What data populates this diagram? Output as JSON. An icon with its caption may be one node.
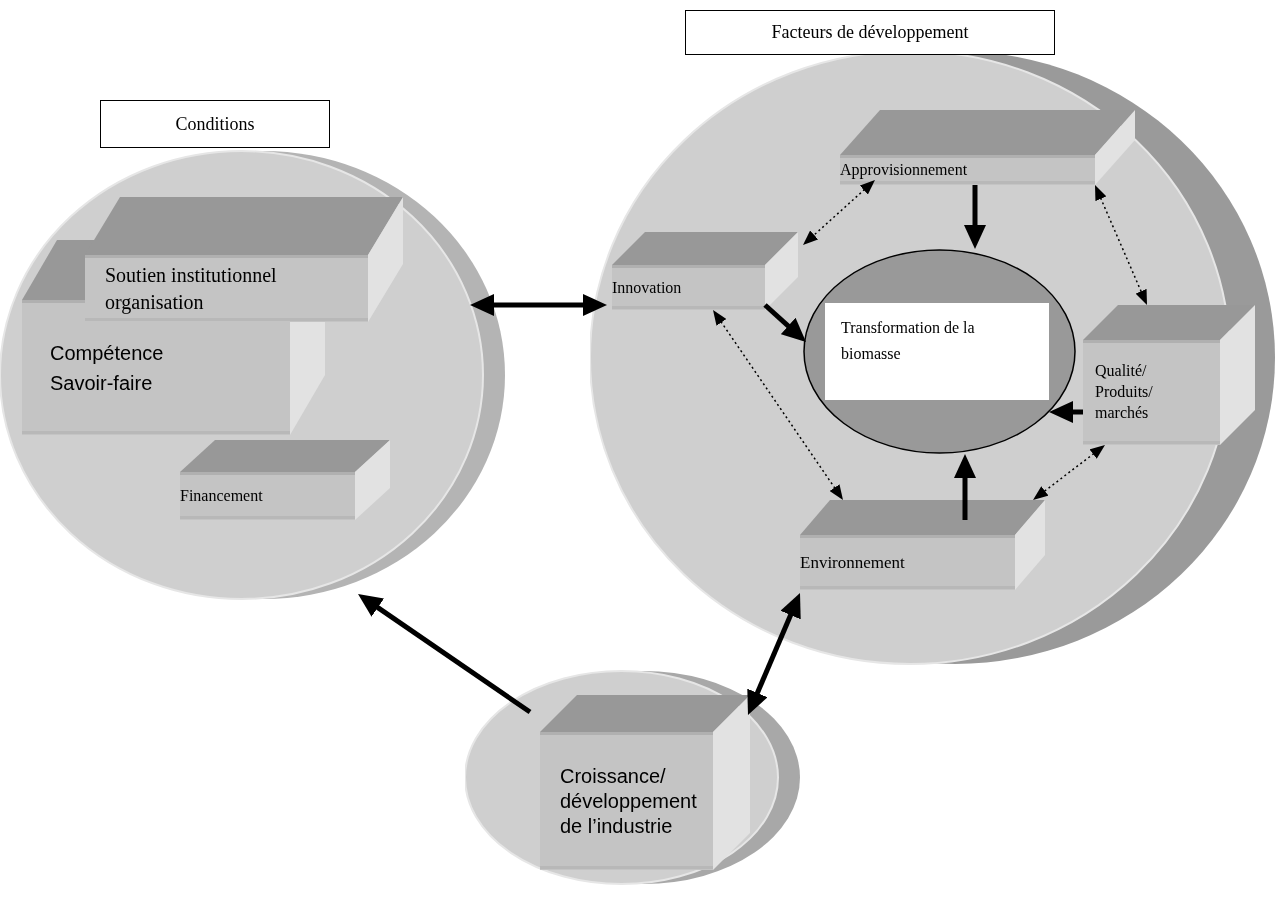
{
  "diagram": {
    "nodes": [
      {
        "text": [
          "Conditions"
        ]
      },
      {
        "text": [
          "Soutien institutionnel organisation"
        ],
        "in": 0
      },
      {
        "text": [
          "Compétence Savoir-faire"
        ],
        "in": 0
      },
      {
        "text": [
          "Financement"
        ],
        "in": 0
      },
      {
        "text": [
          "Facteurs de développement"
        ]
      },
      {
        "text": [
          "Approvisionnement"
        ],
        "in": 4
      },
      {
        "text": [
          "Innovation"
        ],
        "in": 4
      },
      {
        "text": [
          "Transformation de la biomasse"
        ],
        "in": 4
      },
      {
        "text": [
          "Qualité/ Produits/ marchés"
        ],
        "in": 4
      },
      {
        "text": [
          "Environnement"
        ],
        "in": 4
      },
      {
        "text": [],
        "shape": "circle"
      },
      {
        "text": [
          "Croissance/ développement de l’industrie"
        ],
        "in": 10
      }
    ],
    "edges": [
      {
        "from": 0,
        "to": 6,
        "arrow": "both"
      },
      {
        "from": 10,
        "to": 0,
        "arrow": "to"
      },
      {
        "from": 10,
        "to": 4,
        "arrow": "both"
      },
      {
        "from": 5,
        "to": 7,
        "arrow": "to"
      },
      {
        "from": 6,
        "to": 7,
        "arrow": "to"
      },
      {
        "from": 8,
        "to": 7,
        "arrow": "to"
      },
      {
        "from": 9,
        "to": 7,
        "arrow": "to"
      },
      {
        "from": 5,
        "to": 6,
        "arrow": "both",
        "style": "dashed"
      },
      {
        "from": 5,
        "to": 8,
        "arrow": "both",
        "style": "dashed"
      },
      {
        "from": 6,
        "to": 9,
        "arrow": "both",
        "style": "dashed"
      },
      {
        "from": 8,
        "to": 9,
        "arrow": "both",
        "style": "dashed"
      }
    ]
  }
}
